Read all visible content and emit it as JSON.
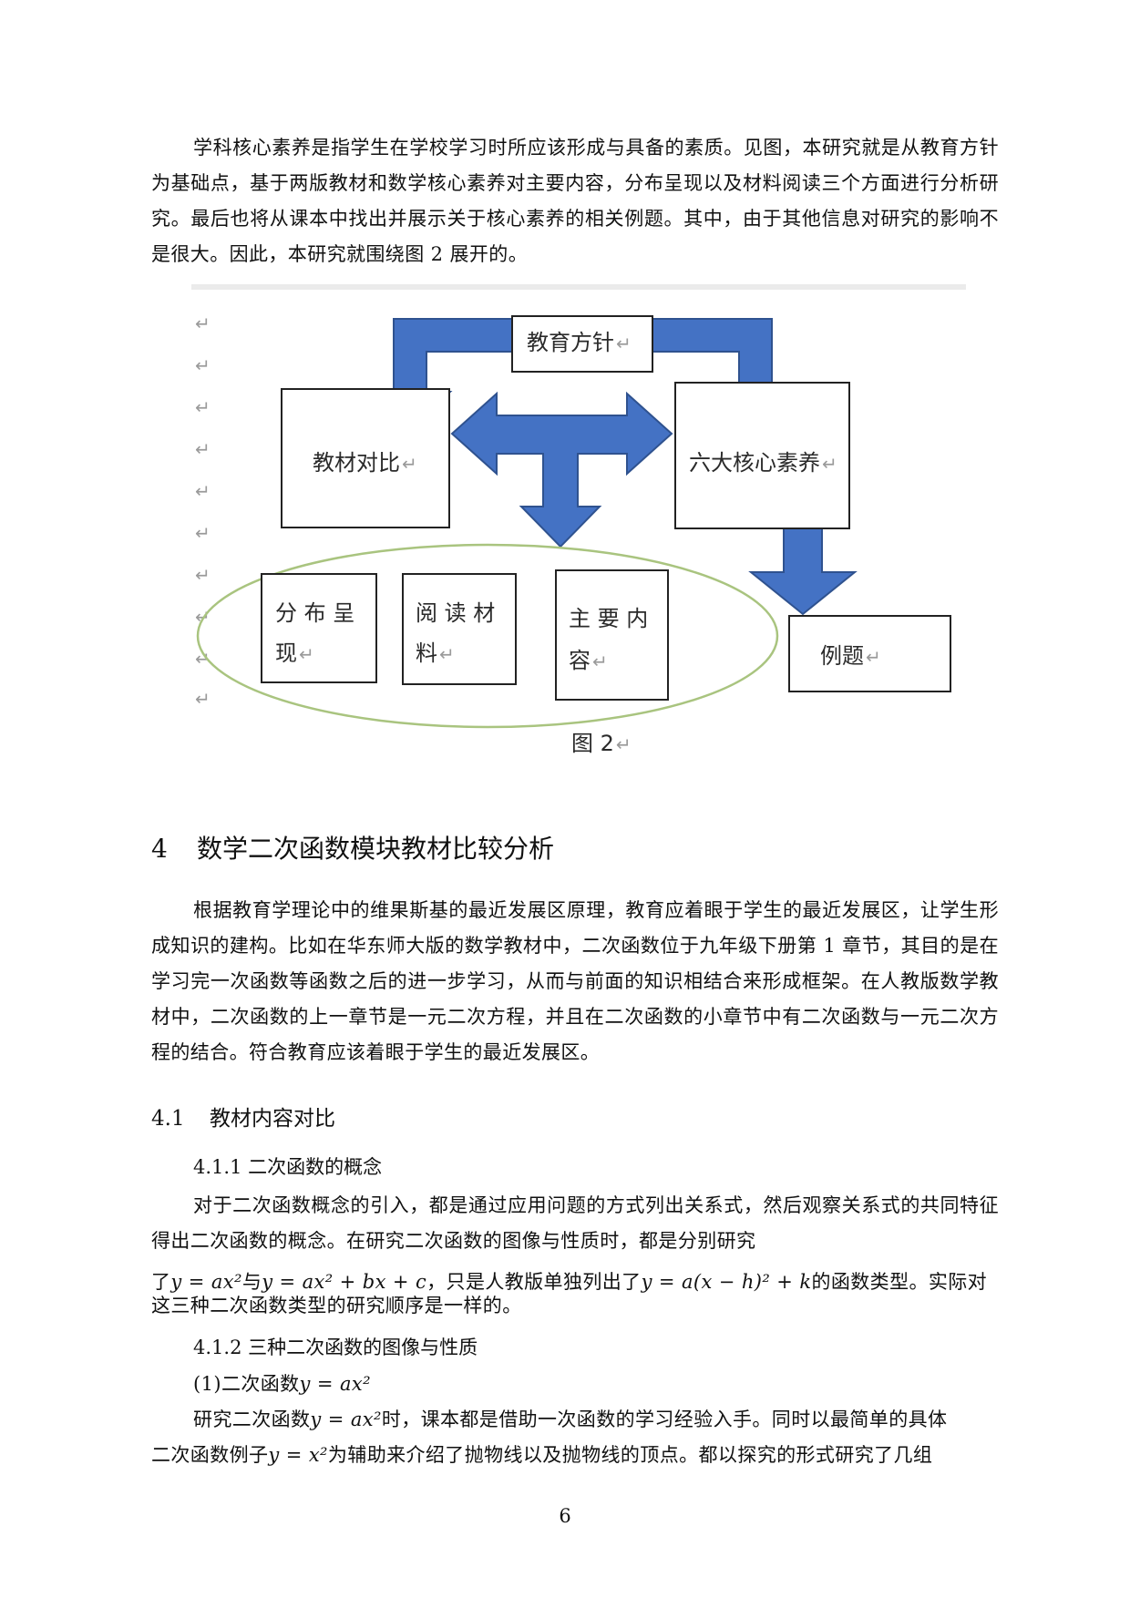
{
  "intro_paragraph": "学科核心素养是指学生在学校学习时所应该形成与具备的素质。见图，本研究就是从教育方针为基础点，基于两版教材和数学核心素养对主要内容，分布呈现以及材料阅读三个方面进行分析研究。最后也将从课本中找出并展示关于核心素养的相关例题。其中，由于其他信息对研究的影响不是很大。因此，本研究就围绕图 2 展开的。",
  "figure": {
    "return_mark": "↵",
    "boxes": {
      "education_policy": "教育方针",
      "textbook_comparison": "教材对比",
      "six_core_literacies": "六大核心素养",
      "distribution_line1": "分 布 呈",
      "distribution_line2": "现",
      "reading_line1": "阅 读 材",
      "reading_line2": "料",
      "main_content_line1": "主 要 内",
      "main_content_line2": "容",
      "examples": "例题"
    },
    "caption": "图 2"
  },
  "section4": {
    "number": "4",
    "title": "数学二次函数模块教材比较分析",
    "paragraph": "根据教育学理论中的维果斯基的最近发展区原理，教育应着眼于学生的最近发展区，让学生形成知识的建构。比如在华东师大版的数学教材中，二次函数位于九年级下册第 1 章节，其目的是在学习完一次函数等函数之后的进一步学习，从而与前面的知识相结合来形成框架。在人教版数学教材中，二次函数的上一章节是一元二次方程，并且在二次函数的小章节中有二次函数与一元二次方程的结合。符合教育应该着眼于学生的最近发展区。"
  },
  "section4_1": {
    "number": "4.1",
    "title": "教材内容对比",
    "sub1_heading": "4.1.1 二次函数的概念",
    "sub1_paragraph": "对于二次函数概念的引入，都是通过应用问题的方式列出关系式，然后观察关系式的共同特征得出二次函数的概念。在研究二次函数的图像与性质时，都是分别研究",
    "sub1_line3_a": "了",
    "formula_1": "y = ax²",
    "sub1_line3_b": "与",
    "formula_2": "y = ax² + bx + c",
    "sub1_line3_c": "，只是人教版单独列出了",
    "formula_3": "y = a(x − h)² + k",
    "sub1_line3_d": "的函数类型。实际对",
    "sub1_line4": "这三种二次函数类型的研究顺序是一样的。",
    "sub2_heading": "4.1.2 三种二次函数的图像与性质",
    "item1_heading_prefix": "(1)二次函数",
    "item1_formula": "y = ax²",
    "item1_text_a": "研究二次函数",
    "item1_formula_b": "y = ax²",
    "item1_text_b": "时，课本都是借助一次函数的学习经验入手。同时以最简单的具体",
    "item1_text_c": "二次函数例子",
    "item1_formula_c": "y = x²",
    "item1_text_d": "为辅助来介绍了抛物线以及抛物线的顶点。都以探究的形式研究了几组"
  },
  "page_number": "6",
  "colors": {
    "arrow_fill": "#4472c4",
    "arrow_stroke": "#2f528f",
    "ellipse_stroke": "#a9c47f",
    "box_stroke": "#222222"
  }
}
